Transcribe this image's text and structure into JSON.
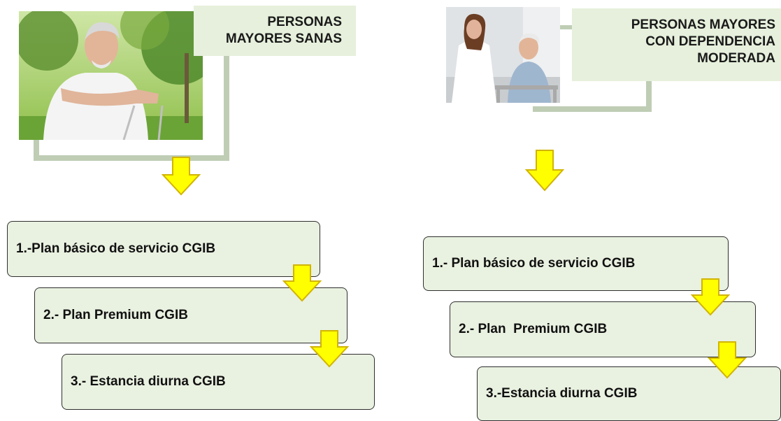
{
  "colors": {
    "arrow_fill": "#ffff00",
    "arrow_stroke": "#d1b400",
    "box_fill": "#e9f1e0",
    "header_fill": "#e6f0dc",
    "frame": "#bfcdb5"
  },
  "left": {
    "title_line1": "PERSONAS",
    "title_line2": "MAYORES SANAS",
    "photo_icon": "photo-senior-exercising",
    "steps": [
      "1.-Plan básico de servicio CGIB",
      "2.- Plan Premium CGIB",
      "3.- Estancia diurna CGIB"
    ]
  },
  "right": {
    "title_line1": "PERSONAS MAYORES",
    "title_line2": "CON DEPENDENCIA",
    "title_line3": "MODERADA",
    "photo_icon": "photo-caregiver-with-elder",
    "steps": [
      "1.- Plan básico de servicio CGIB",
      "2.- Plan  Premium CGIB",
      "3.-Estancia diurna CGIB"
    ]
  }
}
